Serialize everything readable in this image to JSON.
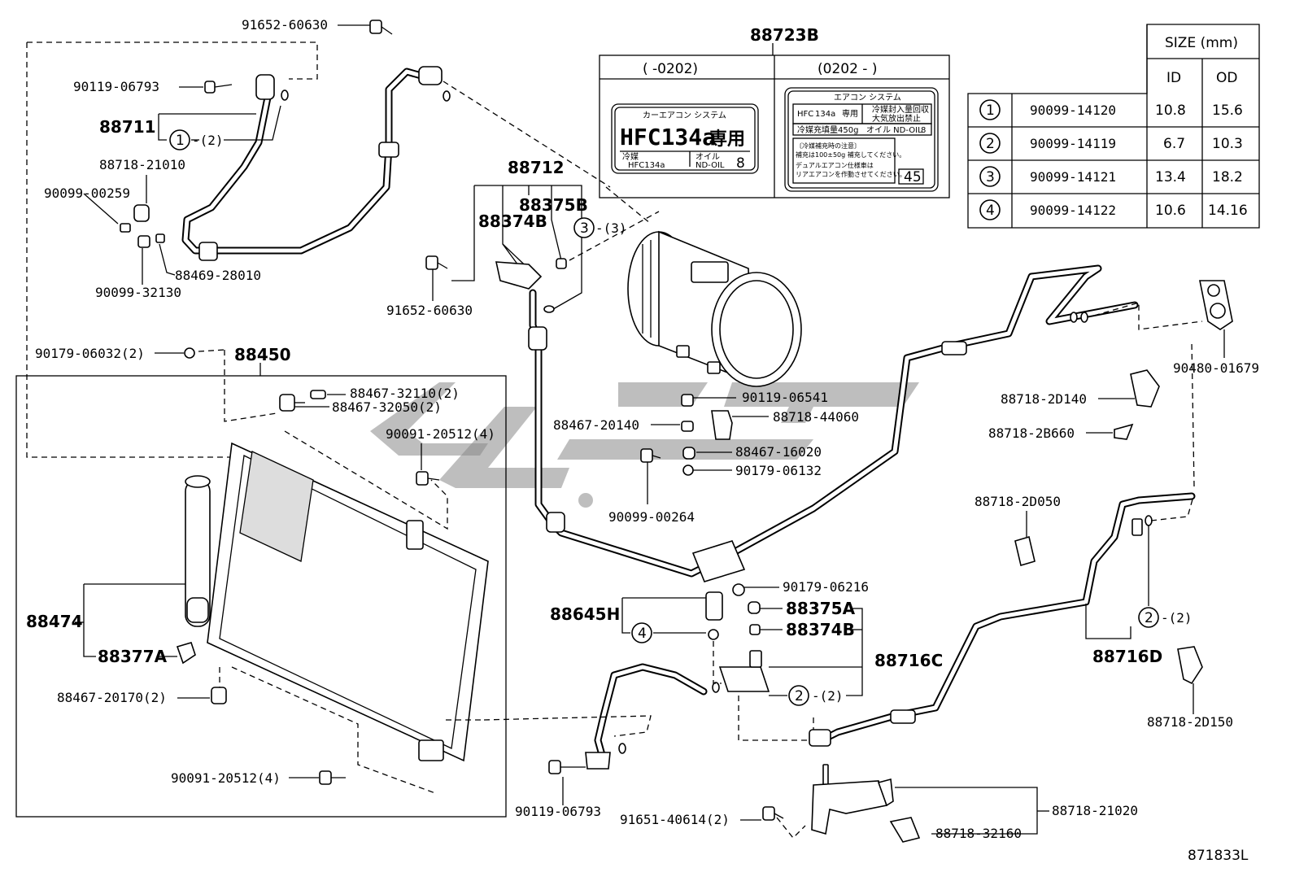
{
  "diagram_code": "871833L",
  "watermark_text": "",
  "callouts": {
    "c01": "91652-60630",
    "c02": "90119-06793",
    "c03": "88711",
    "c04": "-(2)",
    "c05": "88718-21010",
    "c06": "90099-00259",
    "c07": "88469-28010",
    "c08": "90099-32130",
    "c09": "88712",
    "c10": "88375B",
    "c11": "88374B",
    "c12": "-(3)",
    "c13": "91652-60630",
    "c14": "90179-06032(2)",
    "c15": "88450",
    "c16": "88467-32110(2)",
    "c17": "88467-32050(2)",
    "c18": "90091-20512(4)",
    "c19": "88474",
    "c20": "88377A",
    "c21": "88467-20170(2)",
    "c22": "90091-20512(4)",
    "c23": "90119-06793",
    "c24": "91651-40614(2)",
    "c25": "88718-21020",
    "c26": "88718-32160",
    "c27": "90119-06541",
    "c28": "88467-20140",
    "c29": "88718-44060",
    "c30": "88467-16020",
    "c31": "90179-06132",
    "c32": "90099-00264",
    "c33": "90179-06216",
    "c34": "88645H",
    "c35": "88375A",
    "c36": "88374B",
    "c37": "88716C",
    "c38": "-(2)",
    "c39": "88716D",
    "c40": "-(2)",
    "c41": "88718-2D050",
    "c42": "88718-2D140",
    "c43": "88718-2B660",
    "c44": "90480-01679",
    "c45": "88718-2D150",
    "c46": "88723B"
  },
  "circle_numbers": {
    "n1": "1",
    "n2": "3",
    "n3": "4",
    "n4": "2",
    "n5": "2"
  },
  "label_box": {
    "left_header": "(      -0202)",
    "right_header": "(0202 -      )",
    "left_sticker": {
      "title": "カーエアコン システム",
      "main": "HFC134a",
      "kanji": "専用",
      "row1": "冷媒",
      "row1_val": "HFC134a",
      "row2": "オイル",
      "row2_val": "ND-OIL",
      "num": "8"
    },
    "right_sticker": {
      "title": "エアコン システム",
      "cell1": "HFC",
      "cell2": "134a",
      "cell3": "専用",
      "cell4": "冷媒封入量回収",
      "cell5": "大気放出禁止",
      "r2a": "冷媒充填量",
      "r2b": "450g",
      "r2c": "オイル ND-OIL",
      "r2d": "8",
      "note1": "〔冷媒補充時の注意〕",
      "note2": "補充は100±50g 補充してください。",
      "note3": "デュアルエアコン仕様車は",
      "note4": "リアエアコンを作動させてください。",
      "num": "45"
    }
  },
  "size_table": {
    "header": "SIZE (mm)",
    "col_id": "ID",
    "col_od": "OD",
    "rows": [
      {
        "n": "1",
        "part": "90099-14120",
        "id": "10.8",
        "od": "15.6"
      },
      {
        "n": "2",
        "part": "90099-14119",
        "id": "6.7",
        "od": "10.3"
      },
      {
        "n": "3",
        "part": "90099-14121",
        "id": "13.4",
        "od": "18.2"
      },
      {
        "n": "4",
        "part": "90099-14122",
        "id": "10.6",
        "od": "14.16"
      }
    ]
  }
}
